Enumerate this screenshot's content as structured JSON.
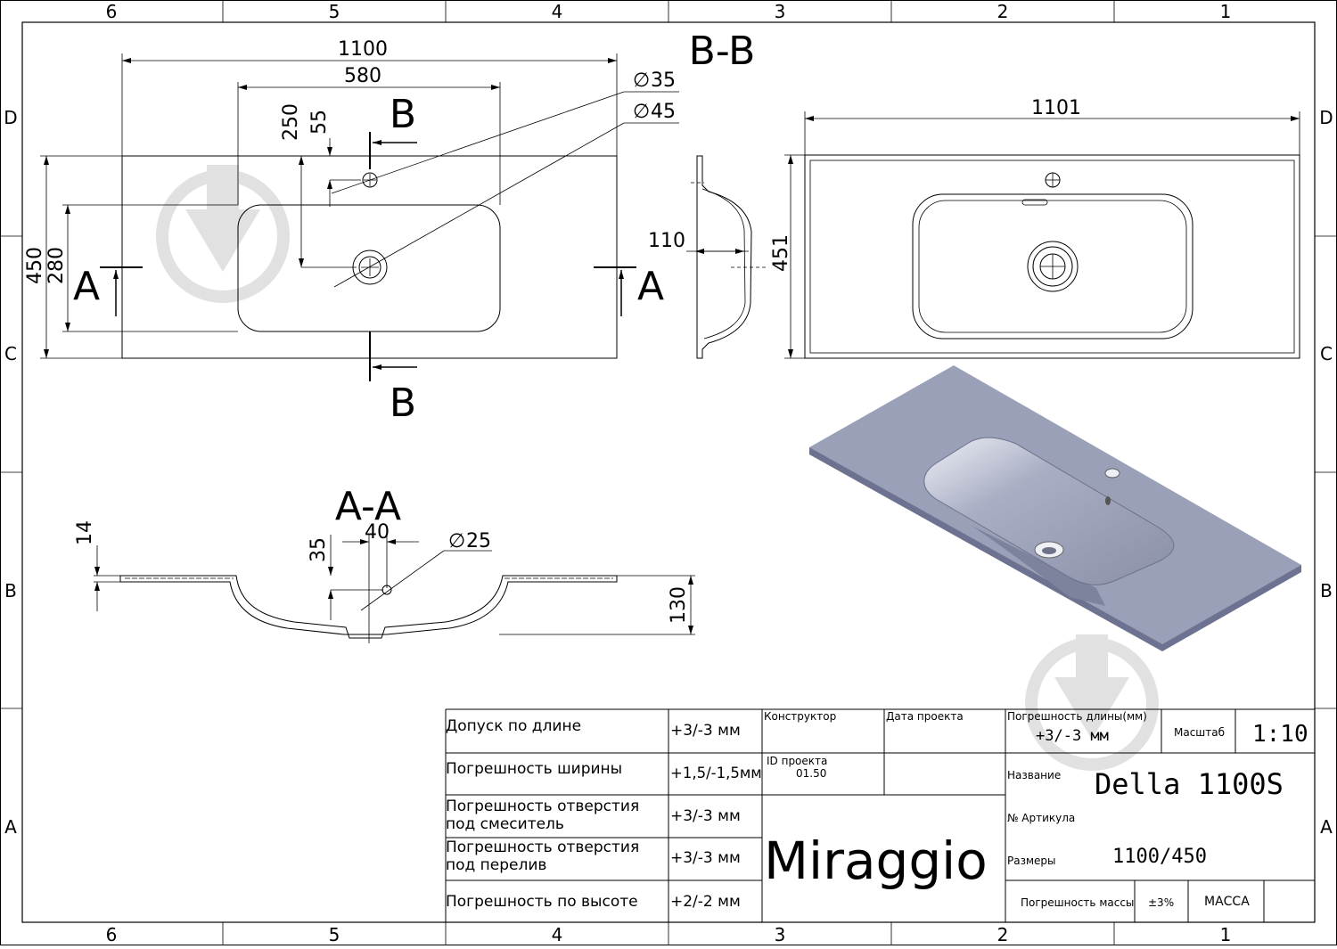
{
  "frame": {
    "cols_top": [
      "6",
      "5",
      "4",
      "3",
      "2",
      "1"
    ],
    "rows": [
      "D",
      "C",
      "B",
      "A"
    ]
  },
  "views": {
    "top": {
      "dim_width": "1100",
      "dim_bowl": "580",
      "dim_250": "250",
      "dim_55": "55",
      "dim_450": "450",
      "dim_280": "280",
      "dia_35": "35",
      "dia_45": "45",
      "cut_a": "A",
      "cut_b": "B"
    },
    "section_bb": {
      "title": "B-B",
      "dim_110": "110"
    },
    "right": {
      "dim_1101": "1101",
      "dim_451": "451"
    },
    "section_aa": {
      "title": "A-A",
      "dim_14": "14",
      "dim_35": "35",
      "dim_40": "40",
      "dia_25": "25",
      "dim_130": "130"
    }
  },
  "title_block": {
    "rows": [
      {
        "label": "Допуск по длине",
        "value": "+3/-3 мм"
      },
      {
        "label": "Погрешность ширины",
        "value": "+1,5/-1,5мм"
      },
      {
        "label": "Погрешность отверстия под смеситель",
        "value": "+3/-3 мм"
      },
      {
        "label": "Погрешность отверстия под перелив",
        "value": "+3/-3 мм"
      },
      {
        "label": "Погрешность по высоте",
        "value": "+2/-2 мм"
      }
    ],
    "konstruktor_label": "Конструктор",
    "date_label": "Дата проекта",
    "id_label": "ID проекта",
    "id_value": "01.50",
    "brand": "Miraggio",
    "length_error_label": "Погрешность длины(мм)",
    "length_error_value": "+3/-3 мм",
    "scale_label": "Масштаб",
    "scale_value": "1:10",
    "name_label": "Название",
    "name_value": "Della 1100S",
    "article_label": "№ Артикула",
    "size_label": "Размеры",
    "size_value": "1100/450",
    "mass_error_label": "Погрешность массы",
    "mass_error_value": "±3%",
    "mass_label": "МАССА"
  },
  "colors": {
    "render_top": "#9aa0b7",
    "render_side": "#7d839c",
    "watermark": "#d9d9d9"
  }
}
